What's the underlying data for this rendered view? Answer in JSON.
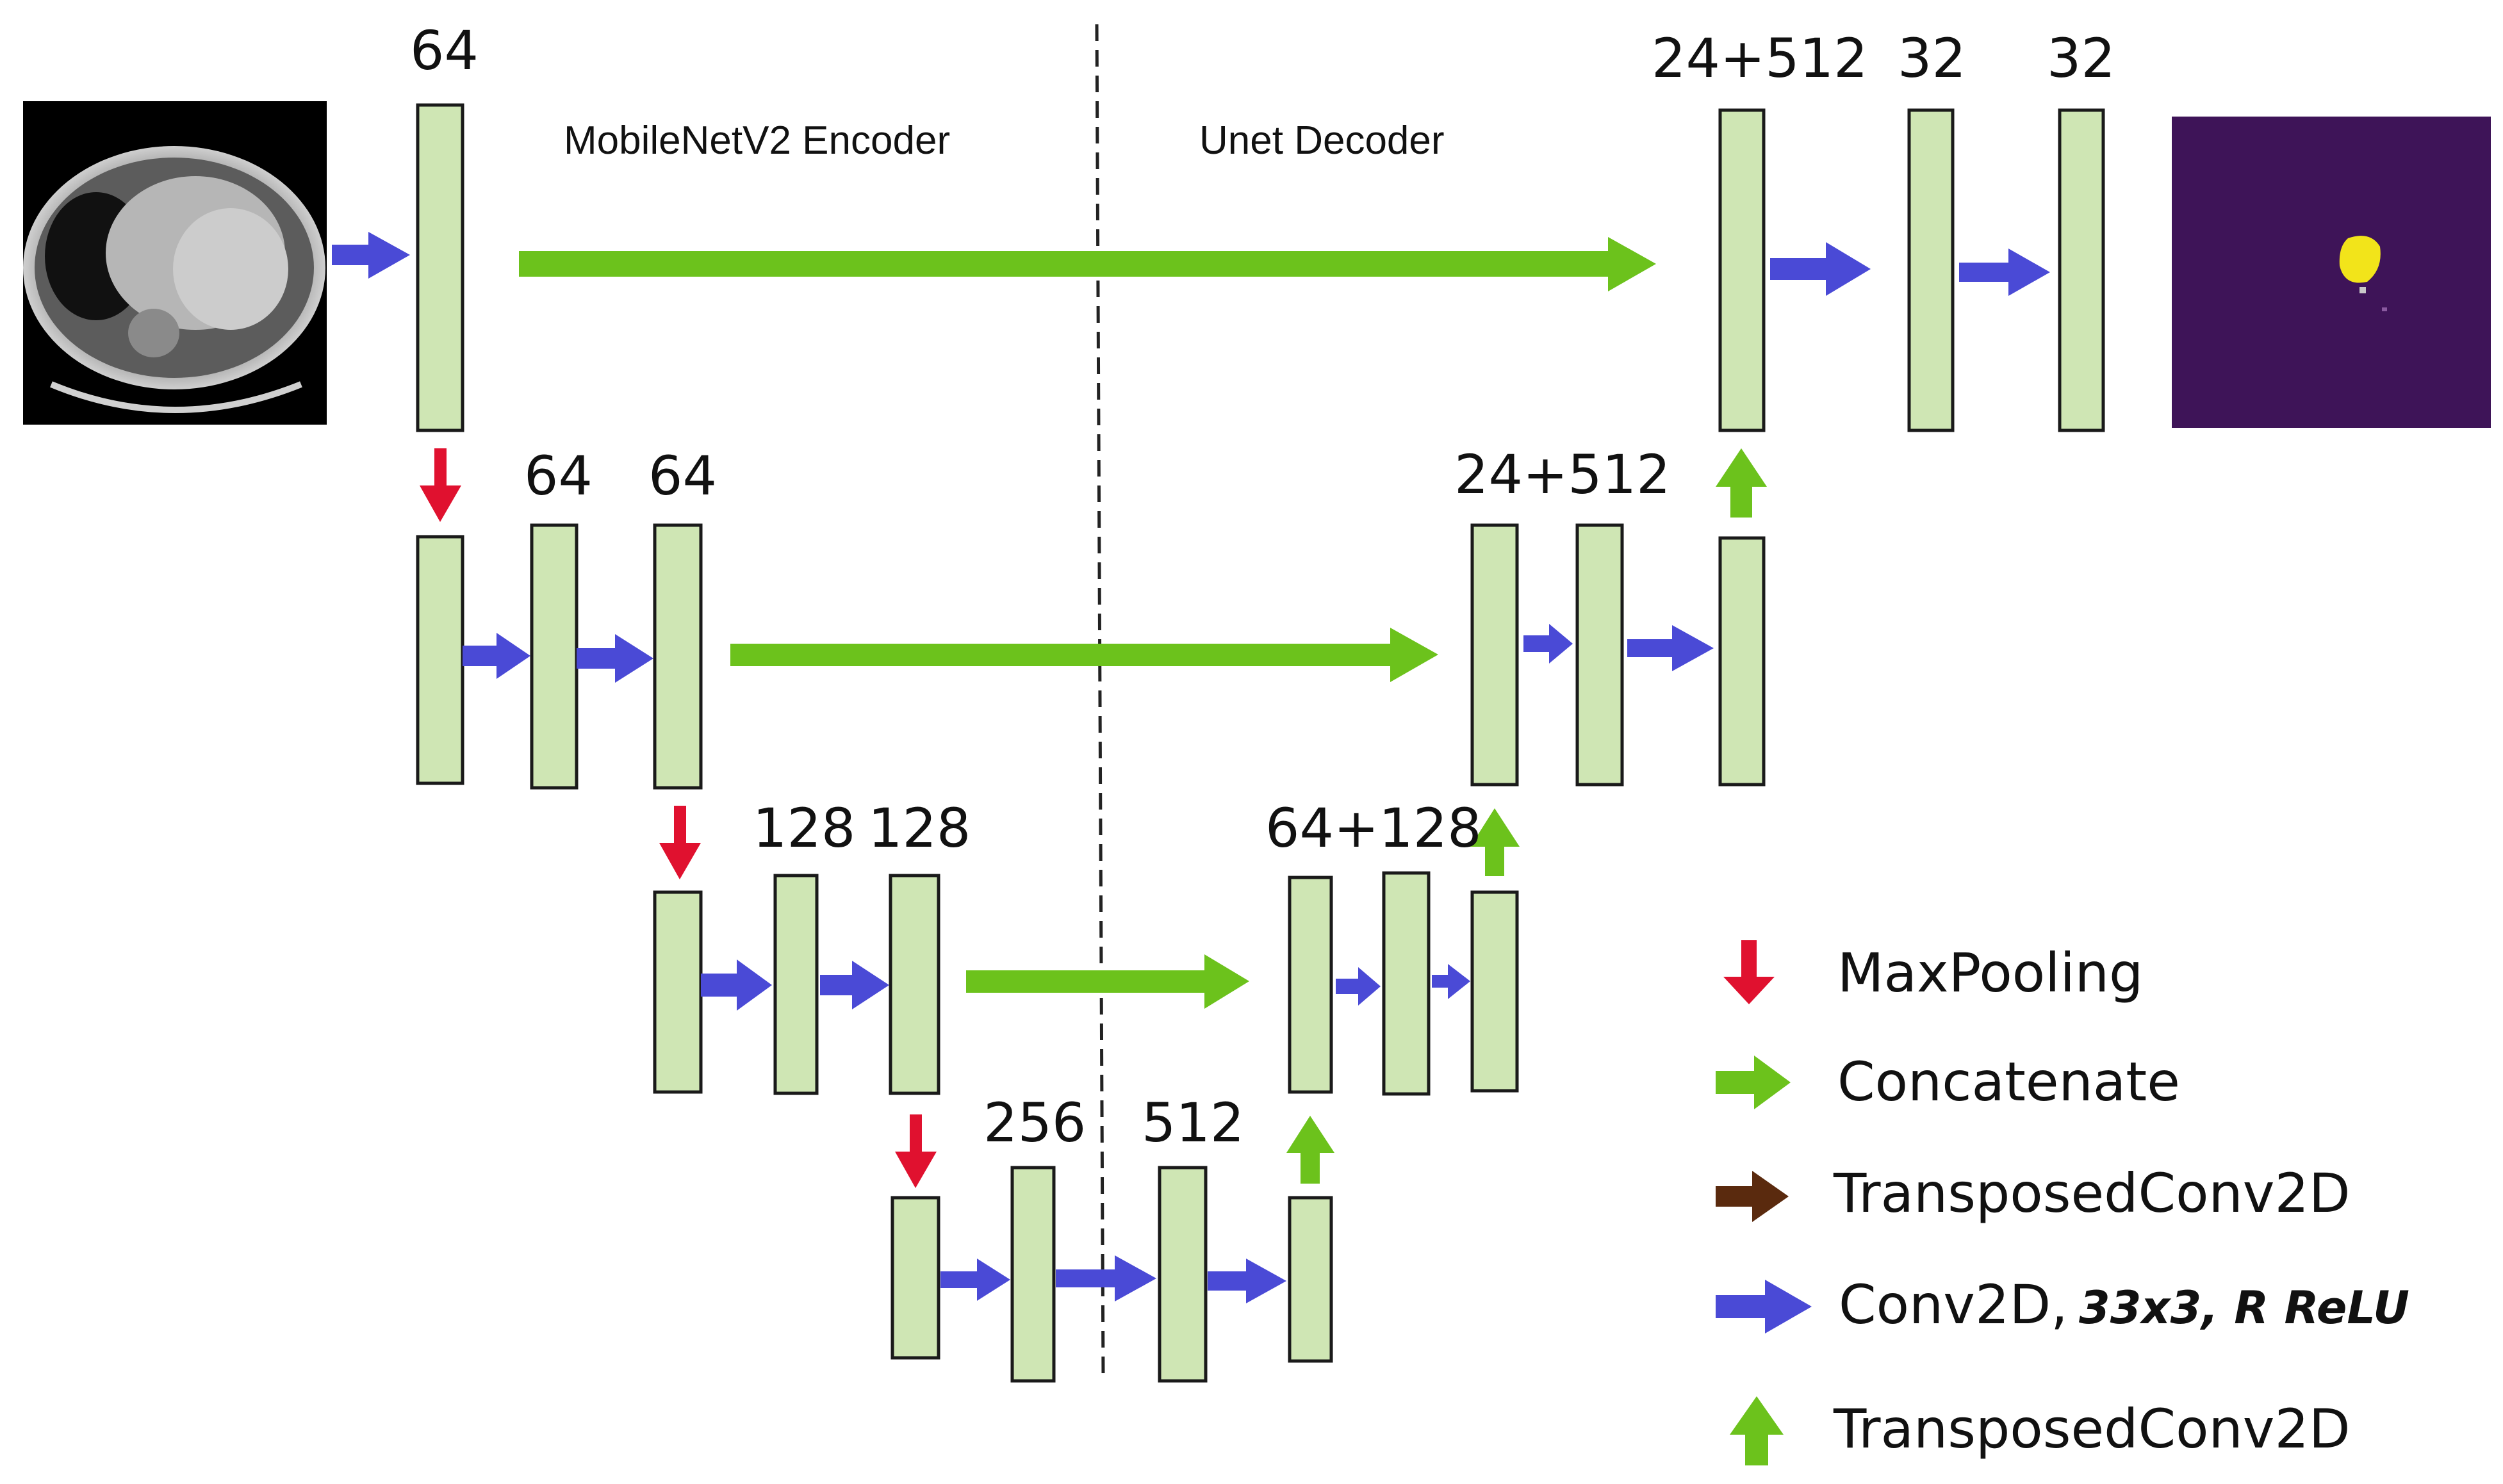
{
  "sections": {
    "encoder": "MobileNetV2 Encoder",
    "decoder": "Unet Decoder"
  },
  "labels": {
    "l1_enc": "64",
    "l1_dec_a": "24+512",
    "l1_dec_b": "32",
    "l1_dec_c": "32",
    "l2_enc_a": "64",
    "l2_enc_b": "64",
    "l2_dec": "24+512",
    "l3_enc_a": "128",
    "l3_enc_b": "128",
    "l3_dec": "64+128",
    "l4_a": "256",
    "l4_b": "512"
  },
  "legend": {
    "maxpool": "MaxPooling",
    "concat": "Concatenate",
    "tconv_brown": "TransposedConv2D",
    "conv_name": "Conv2D,",
    "conv_detail": "33x3, R ReLU",
    "tconv_green": "TransposedConv2D"
  },
  "colors": {
    "block_fill": "#cfe6b4",
    "conv_arrow": "#4a4ad6",
    "concat_arrow": "#6cc21c",
    "maxpool_arrow": "#e0112f",
    "tconv_arrow": "#5a2a0e",
    "mask_background": "#3e1458",
    "mask_lesion": "#f2e41a"
  }
}
